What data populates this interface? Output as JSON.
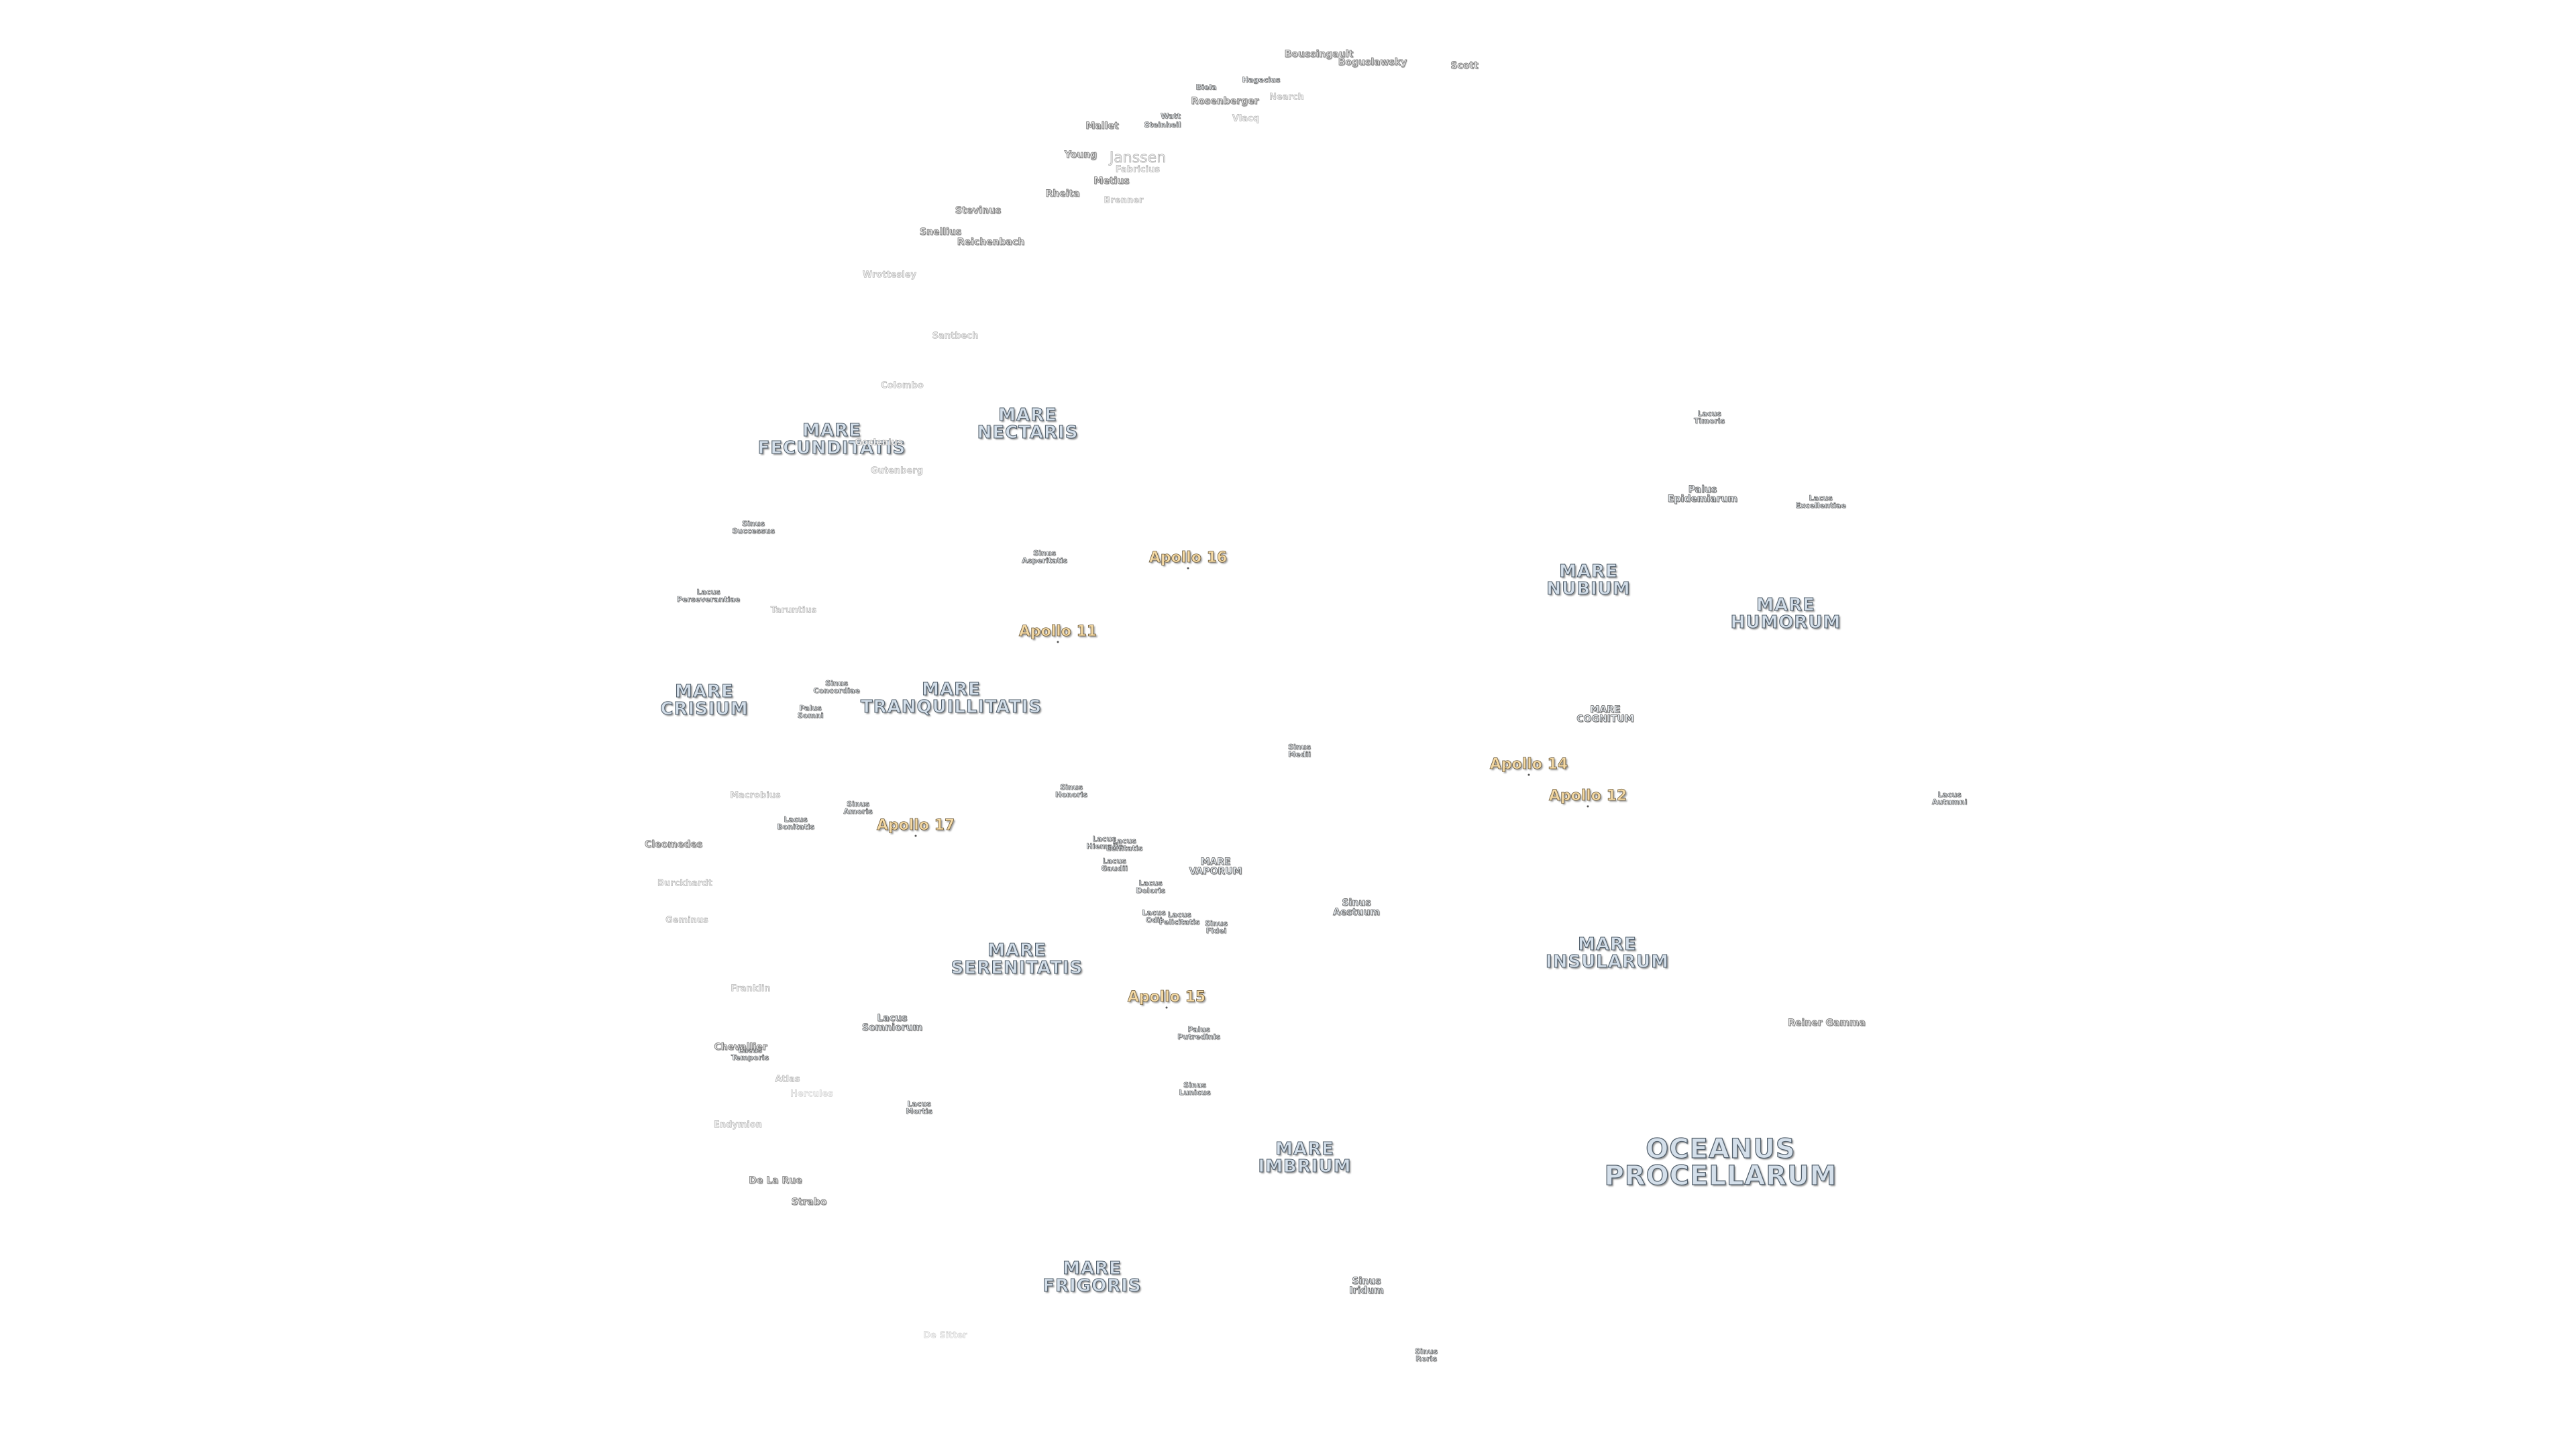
{
  "map": {
    "maria": [
      {
        "id": "mare-fecunditatis",
        "lines": [
          "MARE",
          "FECUNDITATIS"
        ]
      },
      {
        "id": "mare-nectaris",
        "lines": [
          "MARE",
          "NECTARIS"
        ]
      },
      {
        "id": "mare-nubium",
        "lines": [
          "MARE",
          "NUBIUM"
        ]
      },
      {
        "id": "mare-humorum",
        "lines": [
          "MARE",
          "HUMORUM"
        ]
      },
      {
        "id": "mare-crisium",
        "lines": [
          "MARE",
          "CRISIUM"
        ]
      },
      {
        "id": "mare-tranquillitatis",
        "lines": [
          "MARE",
          "TRANQUILLITATIS"
        ]
      },
      {
        "id": "mare-cognitum",
        "lines": [
          "MARE",
          "COGNITUM"
        ]
      },
      {
        "id": "mare-vaporum",
        "lines": [
          "MARE",
          "VAPORUM"
        ]
      },
      {
        "id": "mare-serenitatis",
        "lines": [
          "MARE",
          "SERENITATIS"
        ]
      },
      {
        "id": "mare-insularum",
        "lines": [
          "MARE",
          "INSULARUM"
        ]
      },
      {
        "id": "mare-imbrium",
        "lines": [
          "MARE",
          "IMBRIUM"
        ]
      },
      {
        "id": "mare-frigoris",
        "lines": [
          "MARE",
          "FRIGORIS"
        ]
      },
      {
        "id": "oceanus-procellarum",
        "lines": [
          "OCEANUS",
          "PROCELLARUM"
        ]
      }
    ],
    "features": [
      {
        "id": "lacus-timoris",
        "lines": [
          "Lacus",
          "Timoris"
        ]
      },
      {
        "id": "palus-epidemiarum",
        "lines": [
          "Palus",
          "Epidemiarum"
        ]
      },
      {
        "id": "lacus-excellentiae",
        "lines": [
          "Lacus",
          "Excellentiae"
        ]
      },
      {
        "id": "sinus-successus",
        "lines": [
          "Sinus",
          "Successus"
        ]
      },
      {
        "id": "sinus-asperitatis",
        "lines": [
          "Sinus",
          "Asperitatis"
        ]
      },
      {
        "id": "lacus-perseverantiae",
        "lines": [
          "Lacus",
          "Perseverantiae"
        ]
      },
      {
        "id": "sinus-concordiae",
        "lines": [
          "Sinus",
          "Concordiae"
        ]
      },
      {
        "id": "palus-somni",
        "lines": [
          "Palus",
          "Somni"
        ]
      },
      {
        "id": "sinus-medii",
        "lines": [
          "Sinus",
          "Medii"
        ]
      },
      {
        "id": "sinus-honoris",
        "lines": [
          "Sinus",
          "Honoris"
        ]
      },
      {
        "id": "lacus-bonitatis",
        "lines": [
          "Lacus",
          "Bonitatis"
        ]
      },
      {
        "id": "sinus-amoris",
        "lines": [
          "Sinus",
          "Amoris"
        ]
      },
      {
        "id": "lacus-hiemalis",
        "lines": [
          "Lacus",
          "Hiemalis"
        ]
      },
      {
        "id": "lacus-lenitatis",
        "lines": [
          "Lacus",
          "Lenitatis"
        ]
      },
      {
        "id": "lacus-gaudii",
        "lines": [
          "Lacus",
          "Gaudii"
        ]
      },
      {
        "id": "lacus-doloris",
        "lines": [
          "Lacus",
          "Doloris"
        ]
      },
      {
        "id": "lacus-odii",
        "lines": [
          "Lacus",
          "Odii"
        ]
      },
      {
        "id": "lacus-felicitatis",
        "lines": [
          "Lacus",
          "Felicitatis"
        ]
      },
      {
        "id": "sinus-fidei",
        "lines": [
          "Sinus",
          "Fidei"
        ]
      },
      {
        "id": "sinus-aestuum",
        "lines": [
          "Sinus",
          "Aestuum"
        ]
      },
      {
        "id": "lacus-autumni",
        "lines": [
          "Lacus",
          "Autumni"
        ]
      },
      {
        "id": "lacus-somniorum",
        "lines": [
          "Lacus",
          "Somniorum"
        ]
      },
      {
        "id": "palus-putredinis",
        "lines": [
          "Palus",
          "Putredinis"
        ]
      },
      {
        "id": "lacus-temporis",
        "lines": [
          "Lacus",
          "Temporis"
        ]
      },
      {
        "id": "sinus-lunicus",
        "lines": [
          "Sinus",
          "Lunicus"
        ]
      },
      {
        "id": "lacus-mortis",
        "lines": [
          "Lacus",
          "Mortis"
        ]
      },
      {
        "id": "sinus-iridum",
        "lines": [
          "Sinus",
          "Iridum"
        ]
      },
      {
        "id": "sinus-roris",
        "lines": [
          "Sinus",
          "Roris"
        ]
      }
    ],
    "craters": [
      {
        "id": "boussingault",
        "text": "Boussingault"
      },
      {
        "id": "boguslawsky",
        "text": "Boguslawsky"
      },
      {
        "id": "scott",
        "text": "Scott"
      },
      {
        "id": "biela",
        "text": "Biela"
      },
      {
        "id": "hagecius",
        "text": "Hagecius"
      },
      {
        "id": "rosenberger",
        "text": "Rosenberger"
      },
      {
        "id": "nearch",
        "text": "Nearch"
      },
      {
        "id": "mallet",
        "text": "Mallet"
      },
      {
        "id": "watt",
        "text": "Watt"
      },
      {
        "id": "steinheil",
        "text": "Steinheil"
      },
      {
        "id": "vlacq",
        "text": "Vlacq"
      },
      {
        "id": "young",
        "text": "Young"
      },
      {
        "id": "janssen",
        "text": "Janssen"
      },
      {
        "id": "fabricius",
        "text": "Fabricius"
      },
      {
        "id": "metius",
        "text": "Metius"
      },
      {
        "id": "rheita",
        "text": "Rheita"
      },
      {
        "id": "brenner",
        "text": "Brenner"
      },
      {
        "id": "stevinus",
        "text": "Stevinus"
      },
      {
        "id": "snellius",
        "text": "Snellius"
      },
      {
        "id": "reichenbach",
        "text": "Reichenbach"
      },
      {
        "id": "wrottesley",
        "text": "Wrottesley"
      },
      {
        "id": "santbech",
        "text": "Santbech"
      },
      {
        "id": "colombo",
        "text": "Colombo"
      },
      {
        "id": "goclenius",
        "text": "Goclenius"
      },
      {
        "id": "gutenberg",
        "text": "Gutenberg"
      },
      {
        "id": "taruntius",
        "text": "Taruntius"
      },
      {
        "id": "macrobius",
        "text": "Macrobius"
      },
      {
        "id": "cleomedes",
        "text": "Cleomedes"
      },
      {
        "id": "burckhardt",
        "text": "Burckhardt"
      },
      {
        "id": "geminus",
        "text": "Geminus"
      },
      {
        "id": "franklin",
        "text": "Franklin"
      },
      {
        "id": "chevallier",
        "text": "Chevallier"
      },
      {
        "id": "atlas",
        "text": "Atlas"
      },
      {
        "id": "hercules",
        "text": "Hercules"
      },
      {
        "id": "endymion",
        "text": "Endymion"
      },
      {
        "id": "de-la-rue",
        "text": "De La Rue"
      },
      {
        "id": "strabo",
        "text": "Strabo"
      },
      {
        "id": "de-sitter",
        "text": "De Sitter"
      },
      {
        "id": "reiner-gamma",
        "text": "Reiner Gamma"
      }
    ],
    "apollo_sites": [
      {
        "id": "apollo-16",
        "text": "Apollo 16"
      },
      {
        "id": "apollo-11",
        "text": "Apollo 11"
      },
      {
        "id": "apollo-14",
        "text": "Apollo 14"
      },
      {
        "id": "apollo-12",
        "text": "Apollo 12"
      },
      {
        "id": "apollo-17",
        "text": "Apollo 17"
      },
      {
        "id": "apollo-15",
        "text": "Apollo 15"
      }
    ]
  }
}
